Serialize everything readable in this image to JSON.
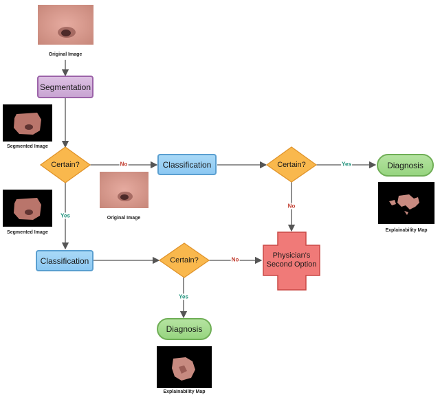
{
  "nodes": {
    "segmentation": "Segmentation",
    "certain_1": "Certain?",
    "classification_1": "Classification",
    "certain_2": "Certain?",
    "diagnosis_1": "Diagnosis",
    "classification_2": "Classification",
    "certain_3": "Certain?",
    "physician_line1": "Physician's",
    "physician_line2": "Second Option",
    "diagnosis_2": "Diagnosis"
  },
  "captions": {
    "original_top": "Original Image",
    "segmented_1": "Segmented Image",
    "original_mid": "Original Image",
    "segmented_2": "Segmented Image",
    "explainability_1": "Explainability Map",
    "explainability_2": "Explainability Map"
  },
  "edge_labels": {
    "no_1": "No",
    "yes_1": "Yes",
    "no_2": "No",
    "yes_2": "Yes",
    "no_3": "No",
    "yes_3": "Yes"
  },
  "colors": {
    "purple": "#c9a5d3",
    "blue": "#8cc8f2",
    "orange": "#f9b84d",
    "green": "#97d580",
    "red": "#f07a78",
    "no_label": "#c0392b",
    "yes_label": "#1a8f78",
    "skin": "#d89a8c",
    "lesion": "#3d1f1f"
  },
  "icons": {
    "skin_photo": "skin-lesion-photo",
    "segmented": "segmented-lesion-image",
    "explain": "explainability-map-image"
  }
}
